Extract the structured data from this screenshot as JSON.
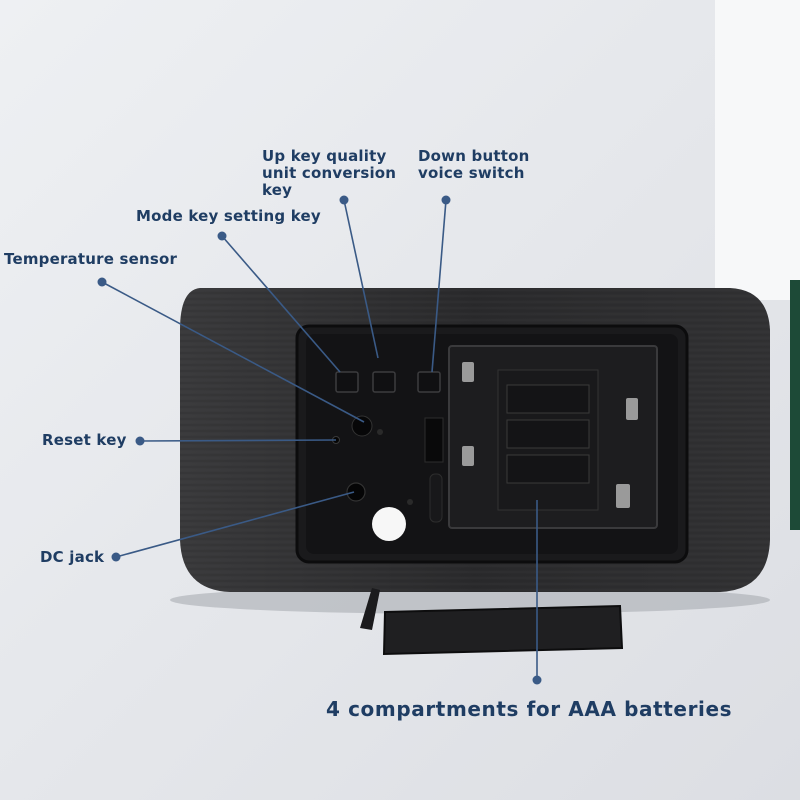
{
  "labels": {
    "up_key": [
      "Up key quality",
      "unit conversion",
      "key"
    ],
    "down_button": [
      "Down button",
      "voice switch"
    ],
    "mode_key": "Mode key setting key",
    "temperature_sensor": "Temperature sensor",
    "reset_key": "Reset key",
    "dc_jack": "DC jack",
    "batteries": "4 compartments for AAA batteries"
  },
  "colors": {
    "label_text": "#1f3d63",
    "leader_line": "#3a5a86",
    "clock_body": "#2b2b2d",
    "panel": "#141416",
    "background": "#e9eaee"
  }
}
